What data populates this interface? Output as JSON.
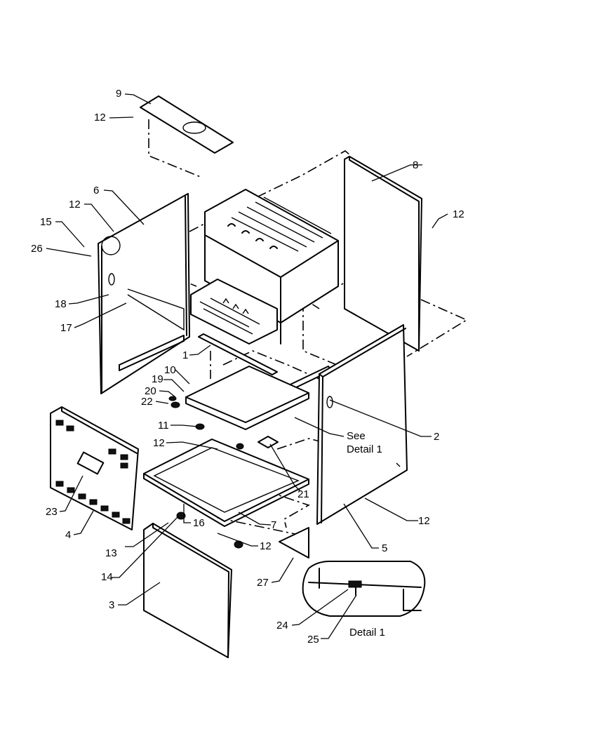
{
  "callouts": {
    "c1": "1",
    "c2": "2",
    "c3": "3",
    "c4": "4",
    "c5": "5",
    "c6": "6",
    "c7": "7",
    "c8": "8",
    "c9": "9",
    "c10": "10",
    "c11": "11",
    "c12a": "12",
    "c12b": "12",
    "c12c": "12",
    "c12d": "12",
    "c12e": "12",
    "c12f": "12",
    "c13": "13",
    "c14": "14",
    "c15": "15",
    "c16": "16",
    "c17": "17",
    "c18": "18",
    "c19": "19",
    "c20": "20",
    "c21": "21",
    "c22": "22",
    "c23": "23",
    "c24": "24",
    "c25": "25",
    "c26": "26",
    "c27": "27"
  },
  "see_detail": {
    "line1": "See",
    "line2": "Detail 1"
  },
  "detail_title": "Detail 1"
}
